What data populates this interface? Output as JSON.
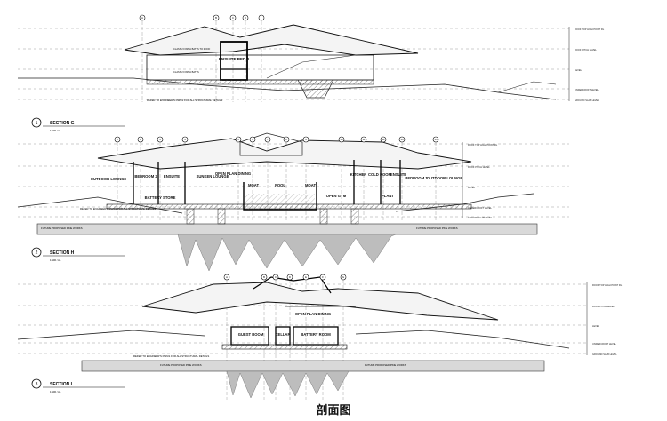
{
  "caption": "剖面图",
  "sections": [
    {
      "id": "G",
      "number": "1",
      "title": "SECTION G",
      "scale": "1:100 / A1",
      "rooms": [
        "ENSUITE BED 4"
      ],
      "grid_markers": [
        "A",
        "B",
        "C",
        "D"
      ],
      "levels": [
        "ROOF TOP HIGH POINT RL",
        "ROOF PITCH LEVEL",
        "LEVEL",
        "UNDERCROFT LEVEL",
        "GROUND SLAB LEVEL"
      ],
      "notes": [
        "REFER TO ENGINEER'S DWGS FOR ALL STRUCTURAL DETAILS",
        "CLASS 2 FINISH BATTS TO ROOF",
        "CLASS 2 FINISH BATTS"
      ]
    },
    {
      "id": "H",
      "number": "2",
      "title": "SECTION H",
      "scale": "1:100 / A1",
      "rooms": [
        "OUTDOOR LOUNGE",
        "BEDROOM 2",
        "ENSUITE",
        "SUNKEN LOUNGE",
        "OPEN PLAN DINING",
        "MOAT",
        "POOL",
        "MOAT",
        "KITCHEN",
        "COLD ROOM",
        "ENSUITE",
        "BEDROOM 1",
        "OUTDOOR LOUNGE",
        "BATTERY STORE",
        "OPEN GYM",
        "PLANT"
      ],
      "grid_markers": [
        "1",
        "2",
        "3",
        "4",
        "5",
        "6",
        "7",
        "8",
        "9",
        "10",
        "11",
        "12",
        "13",
        "14",
        "15",
        "16"
      ],
      "levels": [
        "ROOF TOP HIGH POINT RL",
        "ROOF PITCH LEVEL",
        "LEVEL",
        "UNDERCROFT LEVEL",
        "GROUND SLAB LEVEL"
      ],
      "notes": [
        "REFER TO ENGINEER'S DWGS FOR ALL STRUCTURAL DETAILS",
        "FUTURE PROPOSED PINE WORKS"
      ]
    },
    {
      "id": "I",
      "number": "3",
      "title": "SECTION I",
      "scale": "1:100 / A1",
      "rooms": [
        "OPEN PLAN DINING",
        "GUEST ROOM",
        "CELLAR",
        "BATTERY ROOM"
      ],
      "grid_markers": [
        "A",
        "B",
        "C",
        "D",
        "E",
        "F",
        "G"
      ],
      "levels": [
        "ROOF TOP HIGH POINT RL",
        "ROOF PITCH LEVEL",
        "LEVEL",
        "UNDERCROFT LEVEL",
        "GROUND SLAB LEVEL"
      ],
      "notes": [
        "REFER TO ENGINEER'S DWGS FOR ALL STRUCTURAL DETAILS",
        "FUTURE PROPOSED PINE WORKS"
      ]
    }
  ]
}
